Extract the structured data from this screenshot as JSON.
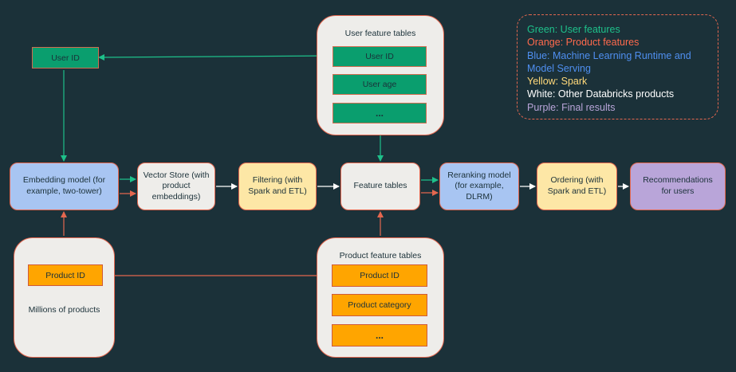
{
  "colors": {
    "background": "#1b3139",
    "arrow_green": "#1ec08a",
    "arrow_orange": "#e4674f",
    "arrow_white": "#ffffff",
    "legend_green": "#1ec08a",
    "legend_orange": "#ff6a4d",
    "legend_blue": "#4f8ff0",
    "legend_yellow": "#ffd97a",
    "legend_white": "#ffffff",
    "legend_purple": "#b9a5d9"
  },
  "legend": {
    "green": "Green: User features",
    "orange": "Orange: Product features",
    "blue": "Blue: Machine Learning Runtime and Model Serving",
    "yellow": "Yellow: Spark",
    "white": "White: Other Databricks products",
    "purple": "Purple: Final results"
  },
  "nodes": {
    "user_id": "User ID",
    "embedding_model": "Embedding model (for example, two-tower)",
    "vector_store": "Vector Store (with product embeddings)",
    "filtering": "Filtering (with Spark and ETL)",
    "feature_tables": "Feature tables",
    "reranking": "Reranking model (for example, DLRM)",
    "ordering": "Ordering (with Spark and ETL)",
    "recommendations": "Recommendations for users"
  },
  "user_feature_tables": {
    "title": "User feature tables",
    "items": [
      "User ID",
      "User age",
      "..."
    ]
  },
  "product_feature_tables": {
    "title": "Product feature tables",
    "items": [
      "Product ID",
      "Product category",
      "..."
    ]
  },
  "products_group": {
    "product_id": "Product ID",
    "label": "Millions of products"
  }
}
